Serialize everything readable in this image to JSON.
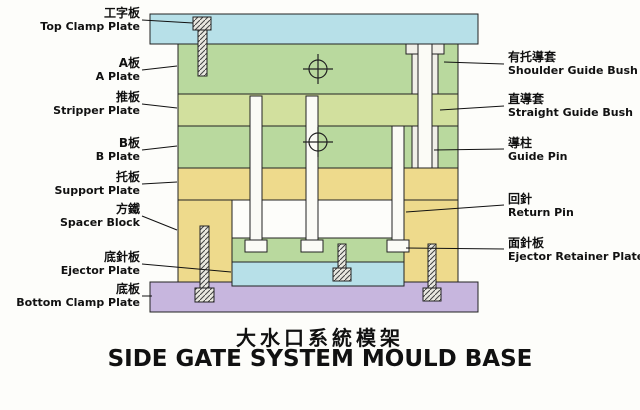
{
  "title": {
    "zh": "大水口系統模架",
    "en": "SIDE GATE SYSTEM MOULD BASE"
  },
  "left_labels": [
    {
      "zh": "工字板",
      "en": "Top Clamp Plate"
    },
    {
      "zh": "A板",
      "en": "A Plate"
    },
    {
      "zh": "推板",
      "en": "Stripper Plate"
    },
    {
      "zh": "B板",
      "en": "B Plate"
    },
    {
      "zh": "托板",
      "en": "Support Plate"
    },
    {
      "zh": "方鐵",
      "en": "Spacer Block"
    },
    {
      "zh": "底針板",
      "en": "Ejector Plate"
    },
    {
      "zh": "底板",
      "en": "Bottom Clamp Plate"
    }
  ],
  "right_labels": [
    {
      "zh": "有托導套",
      "en": "Shoulder Guide Bush"
    },
    {
      "zh": "直導套",
      "en": "Straight Guide Bush"
    },
    {
      "zh": "導柱",
      "en": "Guide Pin"
    },
    {
      "zh": "回針",
      "en": "Return Pin"
    },
    {
      "zh": "面針板",
      "en": "Ejector Retainer Plate"
    }
  ],
  "palette": {
    "top_clamp": "#b7e0e8",
    "a_plate": "#b9d99e",
    "stripper": "#d2e09e",
    "b_plate": "#b9d99e",
    "support": "#eeda8c",
    "spacer": "#eeda8c",
    "retainer": "#b9d99e",
    "ejector": "#b7e0e8",
    "bottom_clamp": "#c7b6de",
    "metal": "#f0efe8",
    "pin": "#fbfbf6",
    "outline": "#222222"
  }
}
